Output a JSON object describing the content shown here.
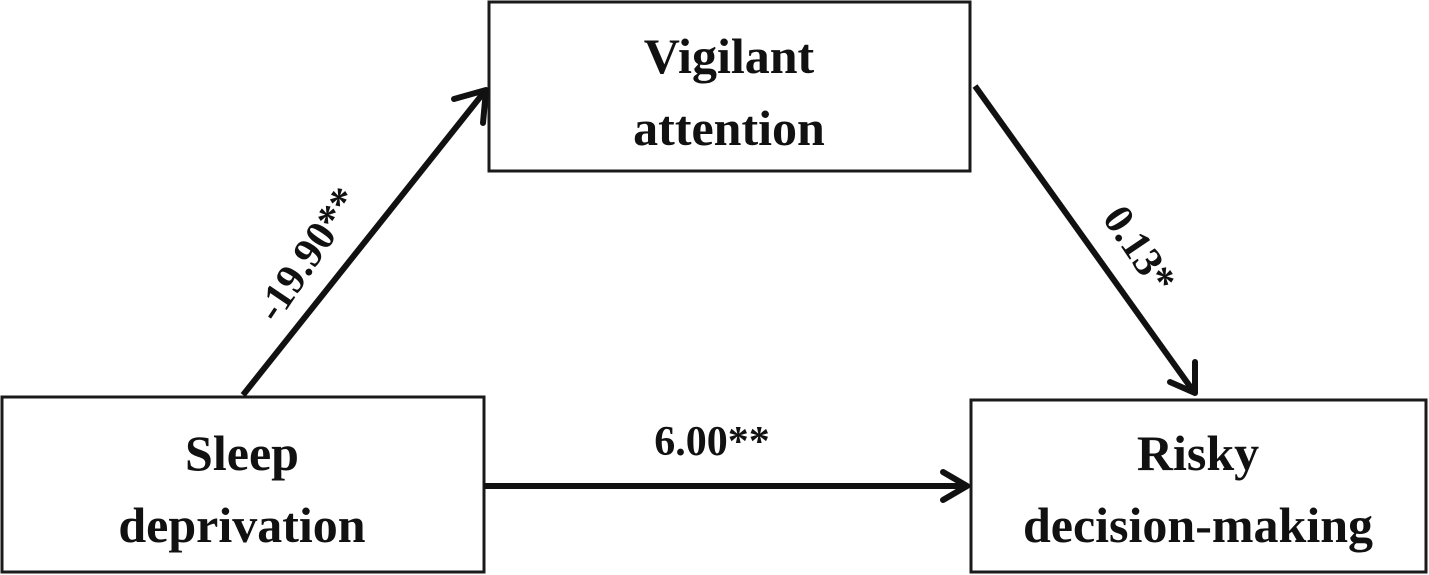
{
  "nodes": {
    "mediator": {
      "line1": "Vigilant",
      "line2": "attention"
    },
    "predictor": {
      "line1": "Sleep",
      "line2": "deprivation"
    },
    "outcome": {
      "line1": "Risky",
      "line2": "decision-making"
    }
  },
  "paths": {
    "a": {
      "label": "-19.90**"
    },
    "b": {
      "label": "0.13*"
    },
    "c": {
      "label": "6.00**"
    }
  },
  "colors": {
    "stroke": "#111111",
    "background": "#ffffff"
  }
}
